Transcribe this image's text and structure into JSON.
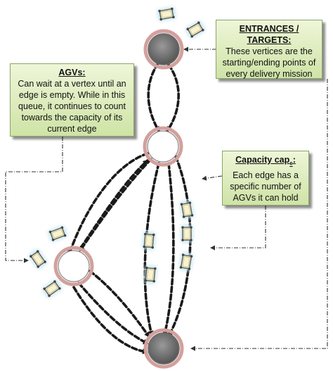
{
  "callouts": {
    "agvs": {
      "title": "AGVs:",
      "body": "Can wait at a vertex until an edge is empty. While in this queue, it continues to count towards the capacity of its current edge"
    },
    "entrances": {
      "title": "ENTRANCES / TARGETS:",
      "body": "These vertices are the starting/ending points of every delivery mission"
    },
    "capacity": {
      "title": "Capacity cap",
      "title_subscript": "e",
      "title_suffix": ":",
      "body": "Each edge has a specific number of  AGVs it can hold"
    }
  },
  "colors": {
    "vertex_entrance_fill": "#7a7a7a",
    "vertex_plain_fill": "#ffffff",
    "vertex_ring": "#c98a86",
    "edge": "#1a1a1a",
    "agv_body": "#f3e9b0",
    "agv_glow": "#bfe4f2",
    "callout_fill": "#dcebbd",
    "connector": "#333333"
  },
  "icons": {
    "vertex": "circle-node",
    "agv": "agv-cart-icon"
  }
}
